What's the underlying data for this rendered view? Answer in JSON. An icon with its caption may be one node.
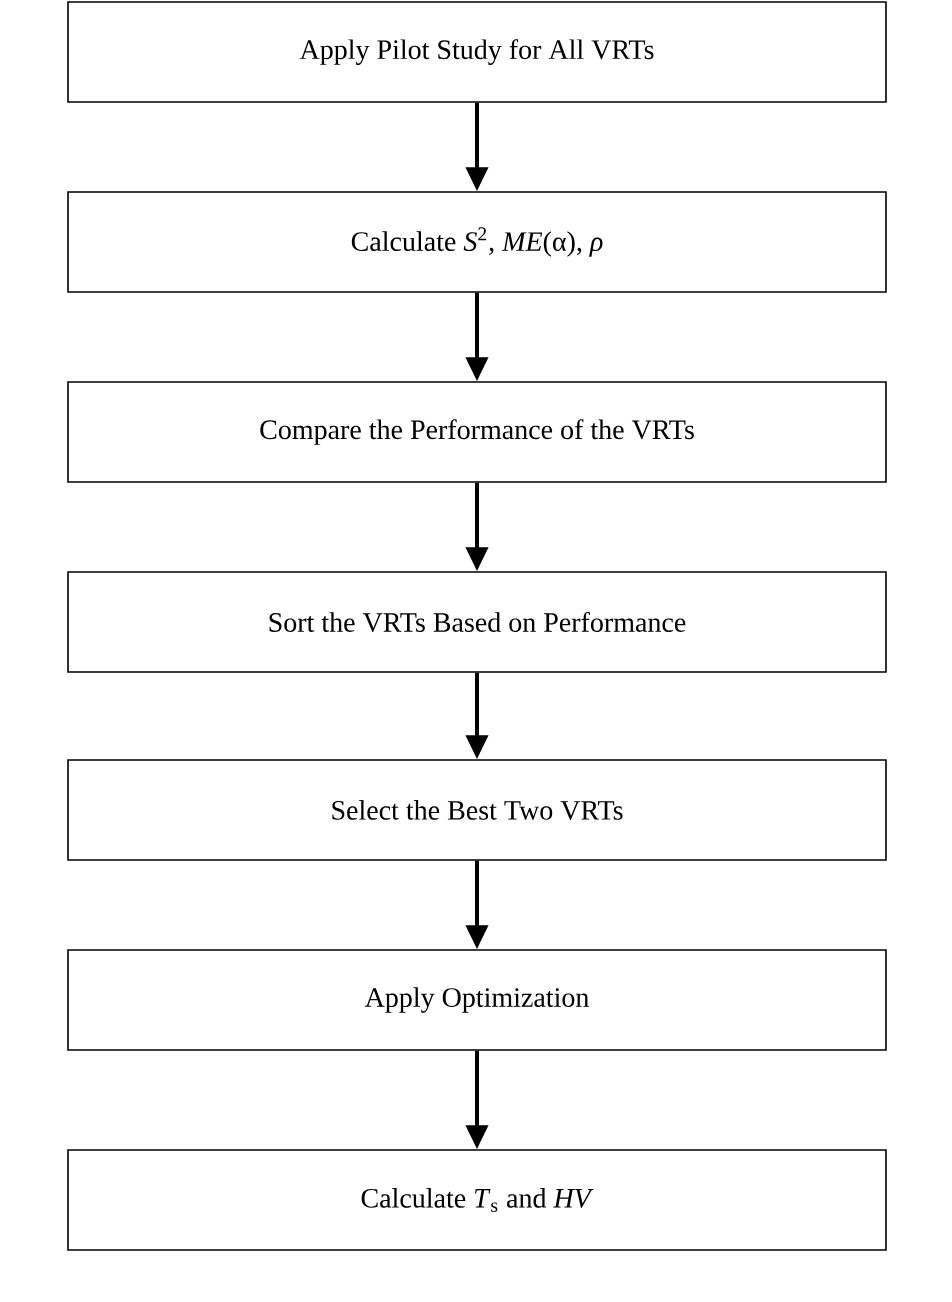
{
  "diagram": {
    "nodes": [
      {
        "text": [
          "Apply Pilot Study for All VRTs"
        ]
      },
      {
        "text": [
          "Calculate *S*$^{2}$, *ME*(α), *ρ*"
        ]
      },
      {
        "text": [
          "Compare the Performance of the VRTs"
        ]
      },
      {
        "text": [
          "Sort the VRTs Based on Performance"
        ]
      },
      {
        "text": [
          "Select the Best Two VRTs"
        ]
      },
      {
        "text": [
          "Apply Optimization"
        ]
      },
      {
        "text": [
          "Calculate *T*$_{s}$ and *HV*"
        ]
      }
    ],
    "edges": [
      {
        "from": 0,
        "to": 1,
        "arrow": "to"
      },
      {
        "from": 1,
        "to": 2,
        "arrow": "to"
      },
      {
        "from": 2,
        "to": 3,
        "arrow": "to"
      },
      {
        "from": 3,
        "to": 4,
        "arrow": "to"
      },
      {
        "from": 4,
        "to": 5,
        "arrow": "to"
      },
      {
        "from": 5,
        "to": 6,
        "arrow": "to"
      }
    ]
  }
}
